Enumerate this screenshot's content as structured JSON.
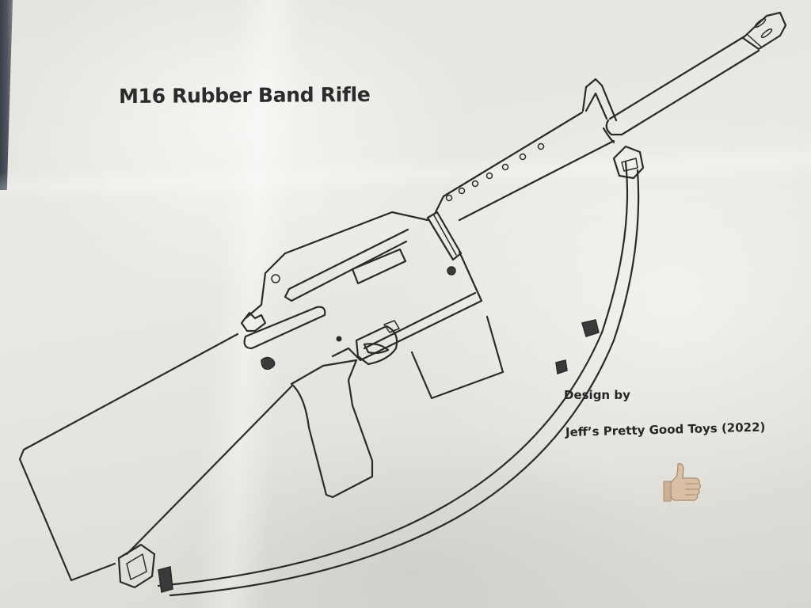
{
  "sheet": {
    "title": "M16 Rubber Band Rifle",
    "credit_line_1": "Design by",
    "credit_line_2": "Jeff’s Pretty Good Toys (2022)",
    "emoji": "👍🏼",
    "emoji_name": "thumbs-up-icon"
  },
  "drawing": {
    "subject": "Hand-drawn M16 rifle with sling",
    "parts": [
      "flash-hider",
      "barrel",
      "front-sight",
      "handguard",
      "delta-ring",
      "upper-receiver",
      "carry-handle",
      "ejection-port",
      "charging-handle",
      "trigger-guard",
      "trigger",
      "magazine",
      "pistol-grip",
      "buttstock",
      "sling",
      "sling-swivel-front",
      "sling-swivel-rear",
      "sling-keepers"
    ]
  },
  "colors": {
    "paper": "#e8e6e1",
    "ink": "#2a2a2a",
    "binder_edge": "#3a3f48",
    "thumb_skin": "#d9bfa3"
  }
}
